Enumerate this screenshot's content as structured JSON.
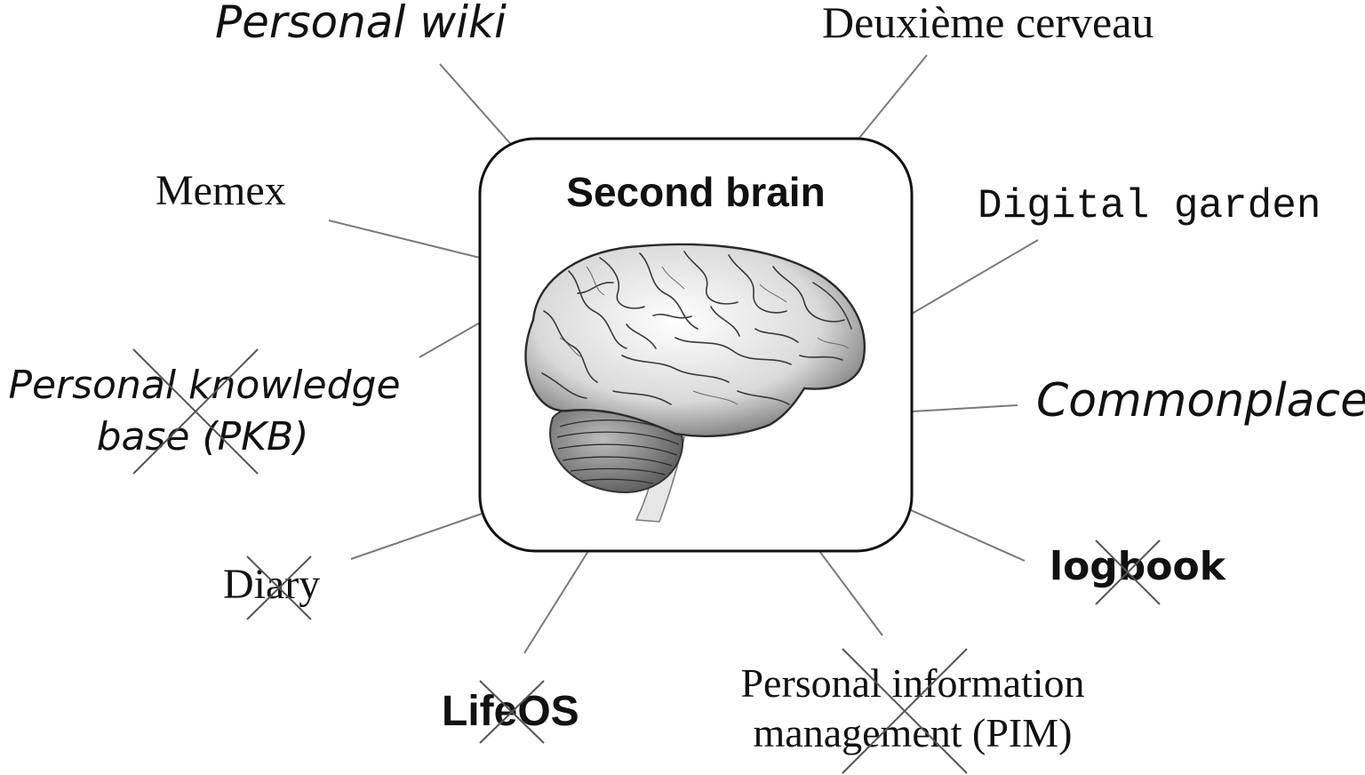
{
  "center": {
    "title": "Second brain"
  },
  "labels": {
    "personal_wiki": "Personal wiki",
    "deuxieme_cerveau": "Deuxième cerveau",
    "memex": "Memex",
    "digital_garden": "Digital garden",
    "pkb_line1": "Personal knowledge",
    "pkb_line2": "base (PKB)",
    "commonplace": "Commonplace",
    "diary": "Diary",
    "logbook": "logbook",
    "lifeos": "LifeOS",
    "pim_line1": "Personal information",
    "pim_line2": "management (PIM)"
  },
  "crossed_out": [
    "pkb",
    "diary",
    "logbook",
    "lifeos",
    "pim"
  ],
  "icons": {
    "center": "brain-illustration"
  },
  "colors": {
    "connector": "#7a7a7a",
    "box_border": "#111111"
  }
}
